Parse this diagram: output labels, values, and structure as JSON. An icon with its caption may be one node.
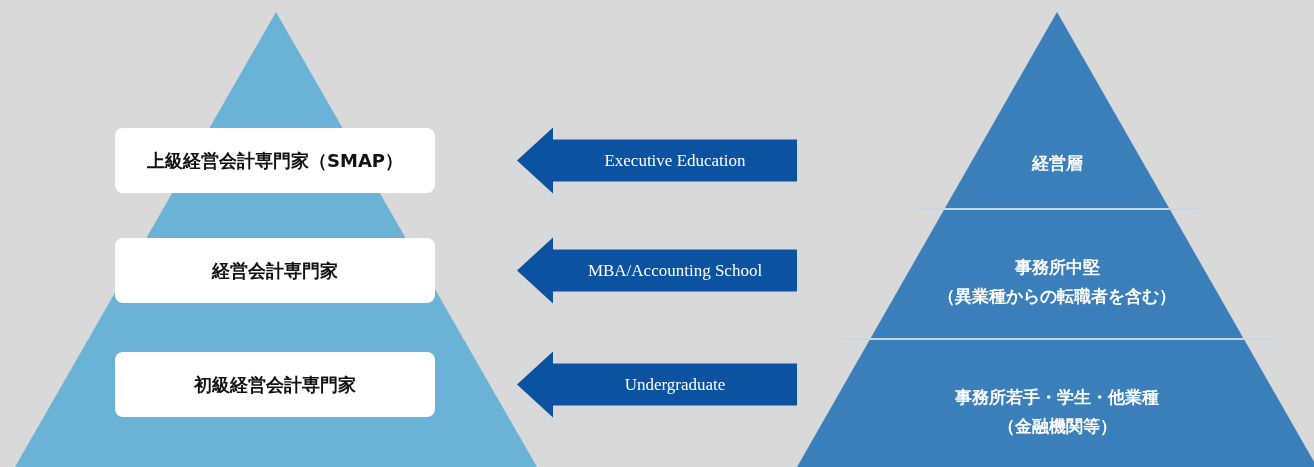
{
  "diagram": {
    "nodes": [
      {
        "text": [],
        "shape": "triangle"
      },
      {
        "text": [
          "上級経営会計専門家（SMAP）"
        ],
        "in": 0
      },
      {
        "text": [
          "経営会計専門家"
        ],
        "in": 0
      },
      {
        "text": [
          "初級経営会計専門家"
        ],
        "in": 0
      },
      {
        "text": [
          "経営層"
        ]
      },
      {
        "text": [
          "事務所中堅",
          "（異業種からの転職者を含む）"
        ]
      },
      {
        "text": [
          "事務所若手・学生・他業種",
          "（金融機関等）"
        ]
      }
    ],
    "edges": [
      {
        "from": 4,
        "to": 1,
        "arrow": "to",
        "label": "Executive Education"
      },
      {
        "from": 5,
        "to": 2,
        "arrow": "to",
        "label": "MBA/Accounting School"
      },
      {
        "from": 6,
        "to": 3,
        "arrow": "to",
        "label": "Undergraduate"
      }
    ]
  }
}
